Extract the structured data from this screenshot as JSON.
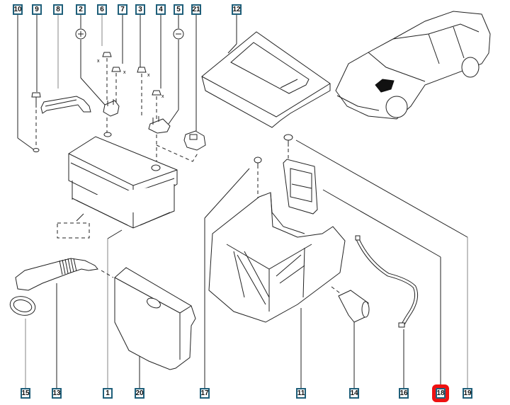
{
  "diagram": {
    "title": "Battery and battery tray exploded parts diagram",
    "highlight_color": "#ee1111",
    "callout_border_color": "#1f5f7a",
    "symbols": {
      "positive": "+",
      "negative": "−",
      "torque_mark": "x"
    },
    "top_callouts": [
      {
        "id": "10",
        "label": "10"
      },
      {
        "id": "9",
        "label": "9"
      },
      {
        "id": "8",
        "label": "8"
      },
      {
        "id": "2",
        "label": "2"
      },
      {
        "id": "6",
        "label": "6"
      },
      {
        "id": "7",
        "label": "7"
      },
      {
        "id": "3",
        "label": "3"
      },
      {
        "id": "4",
        "label": "4"
      },
      {
        "id": "5",
        "label": "5"
      },
      {
        "id": "21",
        "label": "21"
      },
      {
        "id": "12",
        "label": "12"
      }
    ],
    "bottom_callouts": [
      {
        "id": "15",
        "label": "15"
      },
      {
        "id": "13",
        "label": "13"
      },
      {
        "id": "1",
        "label": "1"
      },
      {
        "id": "20",
        "label": "20"
      },
      {
        "id": "17",
        "label": "17"
      },
      {
        "id": "11",
        "label": "11"
      },
      {
        "id": "14",
        "label": "14"
      },
      {
        "id": "16",
        "label": "16"
      },
      {
        "id": "18",
        "label": "18",
        "highlighted": true
      },
      {
        "id": "19",
        "label": "19"
      }
    ]
  }
}
